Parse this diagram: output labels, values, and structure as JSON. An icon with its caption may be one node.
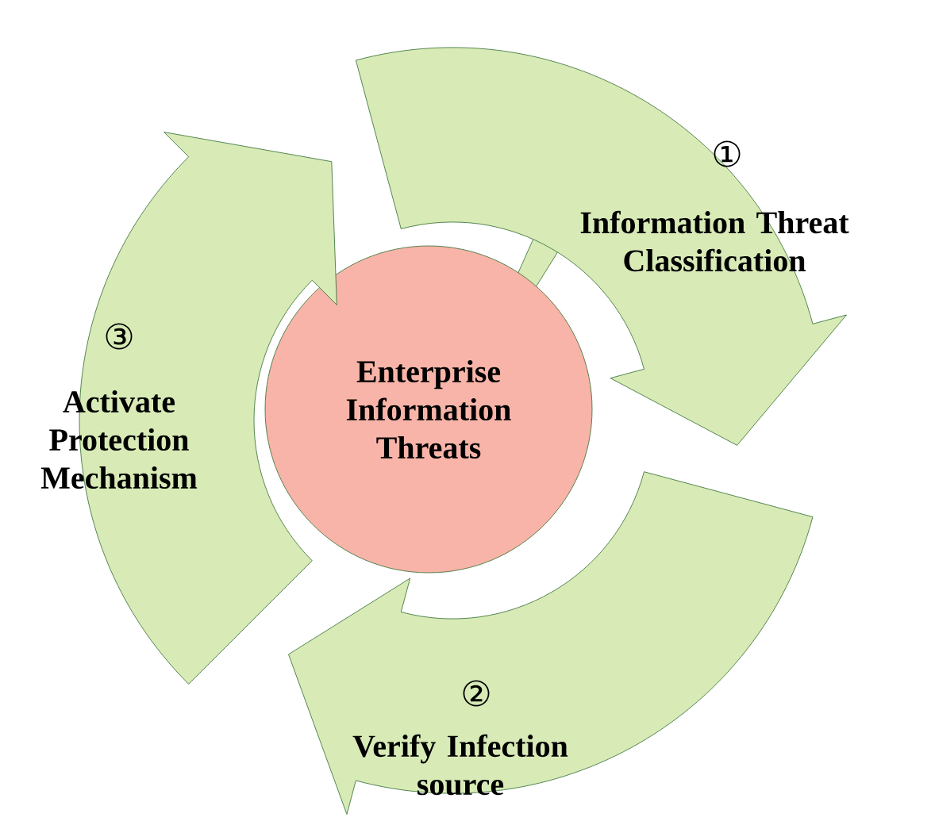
{
  "diagram": {
    "nodes": [
      {
        "text": [
          "Enterprise Information Threats"
        ]
      },
      {
        "text": [
          "①",
          "Information Threat Classification"
        ]
      },
      {
        "text": [
          "②",
          "Verify Infection source"
        ]
      },
      {
        "text": [
          "③",
          "Activate Protection Mechanism"
        ]
      }
    ]
  }
}
